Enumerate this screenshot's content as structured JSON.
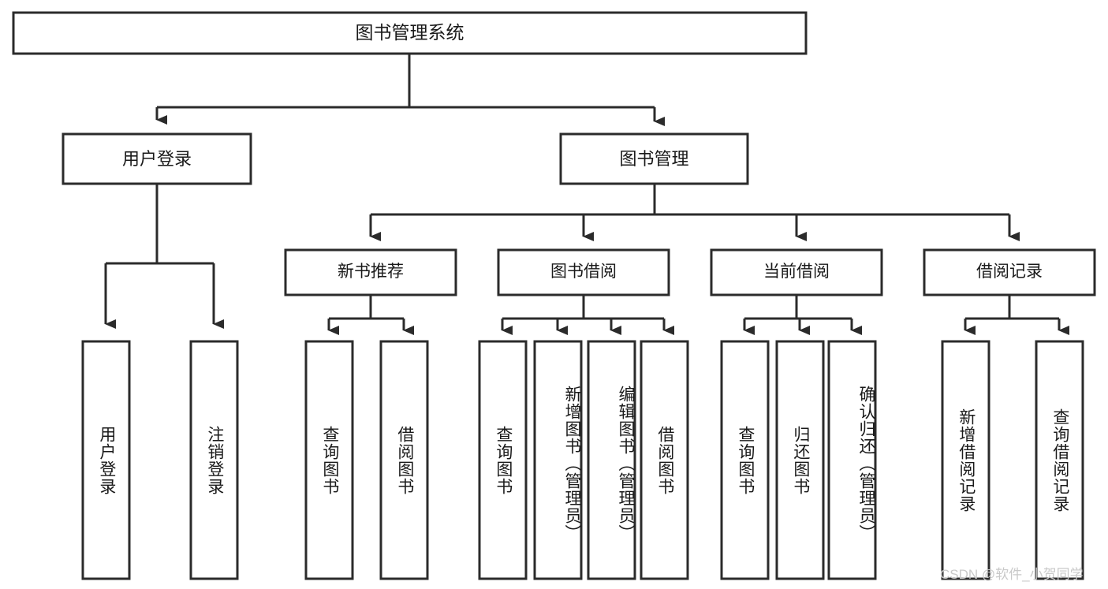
{
  "diagram": {
    "type": "tree-hierarchy-chart",
    "title": "图书管理系统",
    "background_color": "#ffffff",
    "line_color": "#2b2b2b",
    "text_color": "#1a1a1a",
    "levels": 4,
    "nodes": {
      "root": {
        "label": "图书管理系统",
        "orientation": "horizontal",
        "level": 1
      },
      "l2": [
        {
          "id": "user-login",
          "label": "用户登录",
          "orientation": "horizontal",
          "level": 2
        },
        {
          "id": "book-manage",
          "label": "图书管理",
          "orientation": "horizontal",
          "level": 2
        }
      ],
      "l3": [
        {
          "id": "new-book-recommend",
          "label": "新书推荐",
          "orientation": "horizontal",
          "level": 3,
          "parent": "book-manage"
        },
        {
          "id": "book-borrow",
          "label": "图书借阅",
          "orientation": "horizontal",
          "level": 3,
          "parent": "book-manage"
        },
        {
          "id": "current-borrow",
          "label": "当前借阅",
          "orientation": "horizontal",
          "level": 3,
          "parent": "book-manage"
        },
        {
          "id": "borrow-record",
          "label": "借阅记录",
          "orientation": "horizontal",
          "level": 3,
          "parent": "book-manage"
        }
      ],
      "leaves": [
        {
          "id": "leaf-user-login",
          "label": "用户登录",
          "orientation": "vertical",
          "parent": "user-login"
        },
        {
          "id": "leaf-user-logout",
          "label": "注销登录",
          "orientation": "vertical",
          "parent": "user-login"
        },
        {
          "id": "leaf-query-book-1",
          "label": "查询图书",
          "orientation": "vertical",
          "parent": "new-book-recommend"
        },
        {
          "id": "leaf-borrow-book-1",
          "label": "借阅图书",
          "orientation": "vertical",
          "parent": "new-book-recommend"
        },
        {
          "id": "leaf-query-book-2",
          "label": "查询图书",
          "orientation": "vertical",
          "parent": "book-borrow"
        },
        {
          "id": "leaf-add-book",
          "label": "新增图书（管理员）",
          "orientation": "vertical",
          "parent": "book-borrow"
        },
        {
          "id": "leaf-edit-book",
          "label": "编辑图书（管理员）",
          "orientation": "vertical",
          "parent": "book-borrow"
        },
        {
          "id": "leaf-borrow-book-2",
          "label": "借阅图书",
          "orientation": "vertical",
          "parent": "book-borrow"
        },
        {
          "id": "leaf-query-book-3",
          "label": "查询图书",
          "orientation": "vertical",
          "parent": "current-borrow"
        },
        {
          "id": "leaf-return-book",
          "label": "归还图书",
          "orientation": "vertical",
          "parent": "current-borrow"
        },
        {
          "id": "leaf-confirm-return",
          "label": "确认归还（管理员）",
          "orientation": "vertical",
          "parent": "current-borrow"
        },
        {
          "id": "leaf-add-record",
          "label": "新增借阅记录",
          "orientation": "vertical",
          "parent": "borrow-record"
        },
        {
          "id": "leaf-query-record",
          "label": "查询借阅记录",
          "orientation": "vertical",
          "parent": "borrow-record"
        }
      ]
    }
  },
  "watermark": {
    "text": "CSDN @软件_小贺同学"
  }
}
